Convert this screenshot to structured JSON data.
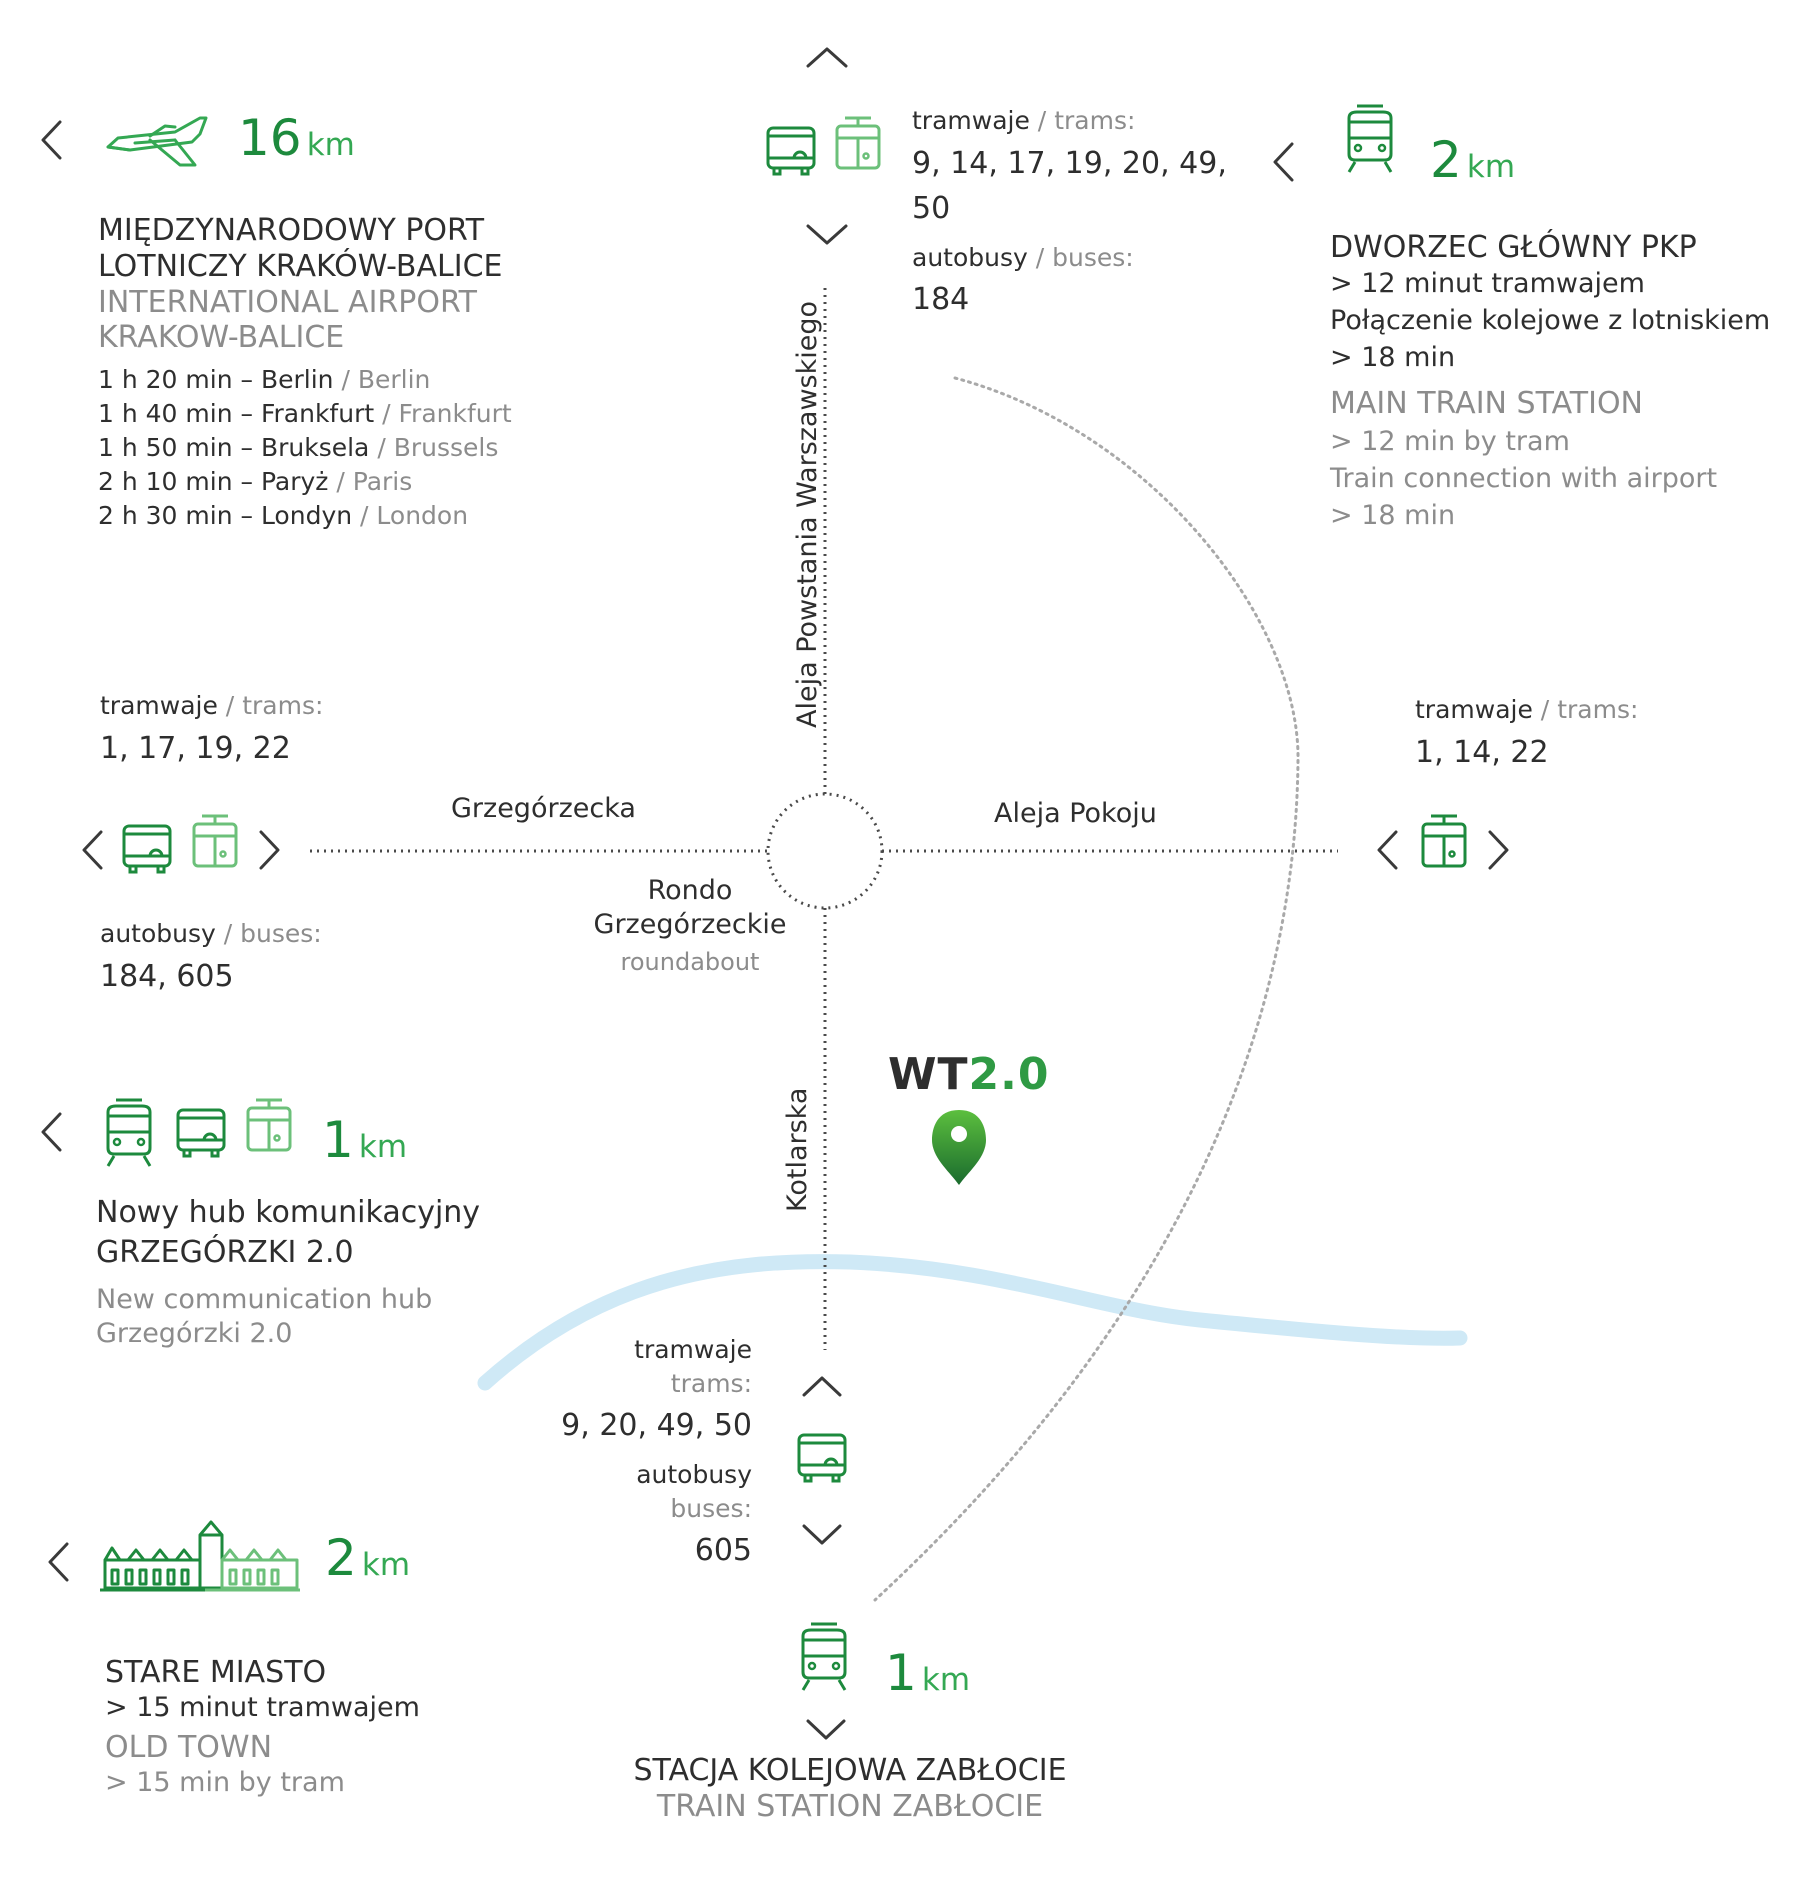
{
  "airport": {
    "distance": "16",
    "unit": "km",
    "name_pl_1": "MIĘDZYNARODOWY PORT",
    "name_pl_2": "LOTNICZY KRAKÓW-BALICE",
    "name_en_1": "INTERNATIONAL AIRPORT",
    "name_en_2": "KRAKOW-BALICE",
    "flights": [
      {
        "time": "1 h 20 min – Berlin",
        "en": "Berlin"
      },
      {
        "time": "1 h 40 min – Frankfurt",
        "en": "Frankfurt"
      },
      {
        "time": "1 h 50 min – Bruksela",
        "en": "Brussels"
      },
      {
        "time": "2 h 10 min – Paryż",
        "en": "Paris"
      },
      {
        "time": "2 h 30 min – Londyn",
        "en": "London"
      }
    ]
  },
  "north": {
    "trams_pl": "tramwaje",
    "trams_en": "trams:",
    "tram_lines_1": "9, 14, 17, 19, 20, 49,",
    "tram_lines_2": "50",
    "buses_pl": "autobusy",
    "buses_en": "buses:",
    "bus_lines": "184"
  },
  "main_station": {
    "distance": "2",
    "unit": "km",
    "name_pl": "DWORZEC GŁÓWNY PKP",
    "pl_line1": "> 12 minut tramwajem",
    "pl_line2": "Połączenie kolejowe z lotniskiem",
    "pl_line3": "> 18 min",
    "name_en": "MAIN TRAIN STATION",
    "en_line1": "> 12 min by tram",
    "en_line2": "Train connection with airport",
    "en_line3": "> 18 min"
  },
  "west": {
    "trams_pl": "tramwaje",
    "trams_en": "trams:",
    "tram_lines": "1, 17, 19, 22",
    "buses_pl": "autobusy",
    "buses_en": "buses:",
    "bus_lines": "184, 605"
  },
  "east": {
    "trams_pl": "tramwaje",
    "trams_en": "trams:",
    "tram_lines": "1, 14, 22"
  },
  "streets": {
    "north": "Aleja Powstania Warszawskiego",
    "west": "Grzegórzecka",
    "east": "Aleja Pokoju",
    "south": "Kotlarska",
    "roundabout_1": "Rondo",
    "roundabout_2": "Grzegórzeckie",
    "roundabout_en": "roundabout"
  },
  "logo": {
    "part1": "WT",
    "part2": "2.0"
  },
  "hub": {
    "distance": "1",
    "unit": "km",
    "pl_1": "Nowy hub komunikacyjny",
    "pl_2": "GRZEGÓRZKI 2.0",
    "en_1": "New communication hub",
    "en_2": "Grzegórzki 2.0"
  },
  "south": {
    "trams_pl": "tramwaje",
    "trams_en": "trams:",
    "tram_lines": "9, 20, 49, 50",
    "buses_pl": "autobusy",
    "buses_en": "buses:",
    "bus_lines": "605"
  },
  "old_town": {
    "distance": "2",
    "unit": "km",
    "name_pl": "STARE MIASTO",
    "pl_line": "> 15 minut tramwajem",
    "name_en": "OLD TOWN",
    "en_line": "> 15 min by tram"
  },
  "zablocie": {
    "distance": "1",
    "unit": "km",
    "name_pl": "STACJA KOLEJOWA ZABŁOCIE",
    "name_en": "TRAIN STATION ZABŁOCIE"
  },
  "colors": {
    "dark_green": "#1d8a3d",
    "light_green": "#5cbf6a",
    "river": "#cfe9f6",
    "text": "#2e2e2e",
    "muted": "#8c8c8c"
  }
}
